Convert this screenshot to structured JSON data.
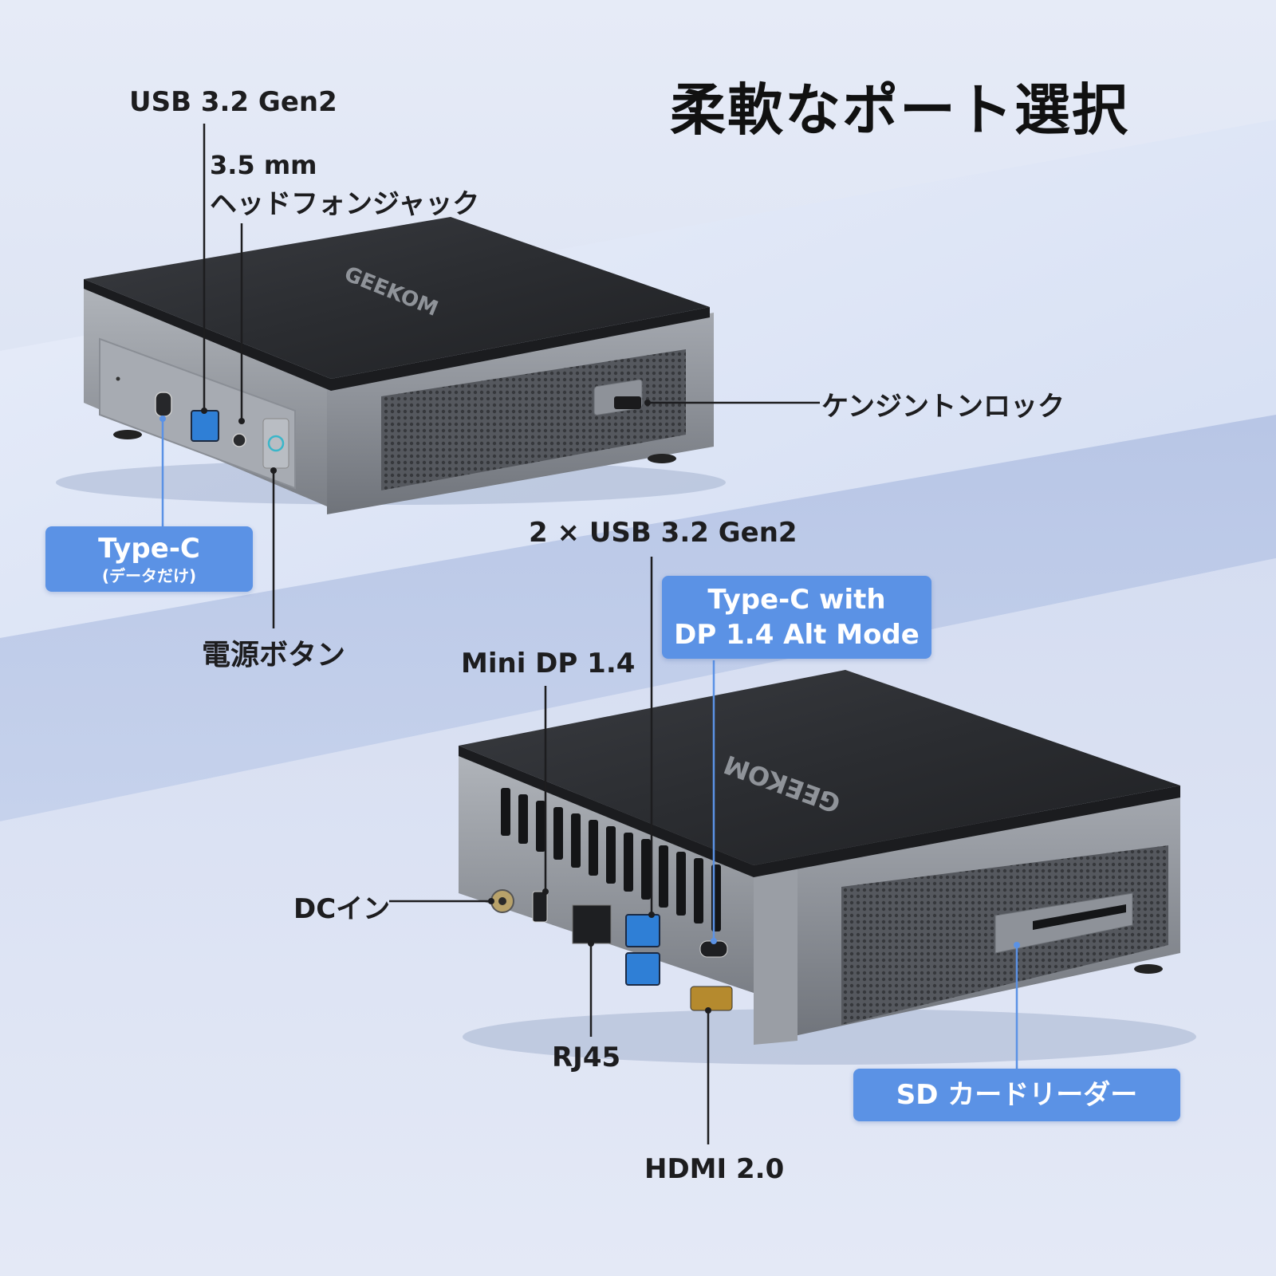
{
  "title": "柔軟なポート選択",
  "labels": {
    "usb_front": "USB 3.2 Gen2",
    "headphone_line1": "3.5 mm",
    "headphone_line2": "ヘッドフォンジャック",
    "kensington": "ケンジントンロック",
    "typec_front": "Type-C",
    "typec_front_sub": "(データだけ)",
    "power_button": "電源ボタン",
    "usb_rear": "2 × USB 3.2 Gen2",
    "typec_rear_line1": "Type-C with",
    "typec_rear_line2": "DP 1.4 Alt Mode",
    "mini_dp": "Mini DP 1.4",
    "dc_in": "DCイン",
    "rj45": "RJ45",
    "hdmi": "HDMI 2.0",
    "sd_reader": "SD カードリーダー"
  },
  "brand": "GEEKOM",
  "colors": {
    "background": "#dbe3f4",
    "accent_pill": "#5b92e5",
    "device_top": "#2a2c30",
    "device_side": "#8b8f96",
    "usb_blue": "#2f7fd6"
  }
}
